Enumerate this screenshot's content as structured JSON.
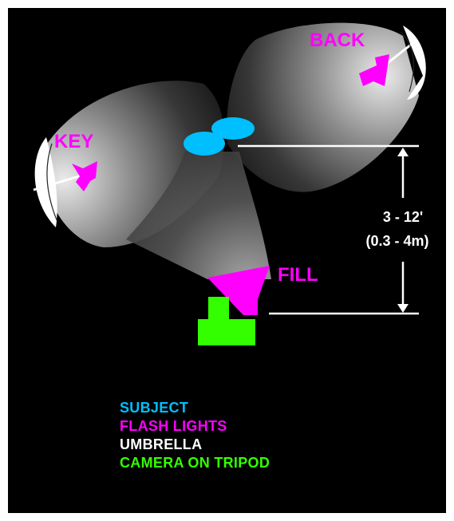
{
  "labels": {
    "back": "BACK",
    "key": "KEY",
    "fill": "FILL",
    "distance_ft": "3 - 12'",
    "distance_m": "(0.3 - 4m)"
  },
  "legend": [
    {
      "text": "SUBJECT",
      "color": "#00BFFF"
    },
    {
      "text": "FLASH LIGHTS",
      "color": "#FF00FF"
    },
    {
      "text": "UMBRELLA",
      "color": "#FFFFFF"
    },
    {
      "text": "CAMERA ON TRIPOD",
      "color": "#33FF00"
    }
  ],
  "colors": {
    "background": "#000000",
    "subject": "#00BFFF",
    "flash": "#FF00FF",
    "umbrella": "#FFFFFF",
    "camera": "#33FF00",
    "dimension_line": "#FFFFFF"
  }
}
